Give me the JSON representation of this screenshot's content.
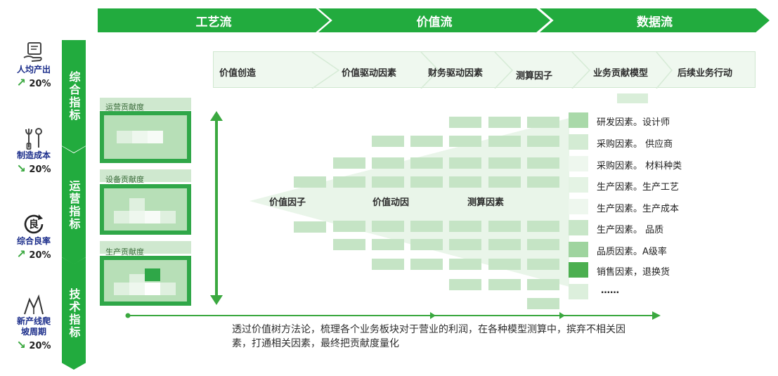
{
  "header": {
    "chevrons": [
      "工艺流",
      "价值流",
      "数据流"
    ]
  },
  "kpis": [
    {
      "label_lines": [
        "人均产出"
      ],
      "change": "20%",
      "direction": "up",
      "icon": "hand-document-icon"
    },
    {
      "label_lines": [
        "制造成本"
      ],
      "change": "20%",
      "direction": "down",
      "icon": "tools-icon"
    },
    {
      "label_lines": [
        "综合良率"
      ],
      "change": "20%",
      "direction": "up",
      "icon": "yield-circle-icon"
    },
    {
      "label_lines": [
        "新产线爬",
        "坡周期"
      ],
      "change": "20%",
      "direction": "down",
      "icon": "ramp-chart-icon"
    }
  ],
  "indicators": [
    "综合指标",
    "运营指标",
    "技术指标"
  ],
  "contributions": [
    "运营贡献度",
    "设备贡献度",
    "生产贡献度"
  ],
  "flow_stages": [
    "价值创造",
    "价值驱动因素",
    "财务驱动因素",
    "测算因子",
    "业务贡献模型",
    "后续业务行动"
  ],
  "tree_labels": [
    "价值因子",
    "价值动因",
    "测算因素"
  ],
  "factors": [
    "研发因素。设计师",
    "采购因素。 供应商",
    "采购因素。 材料种类",
    "生产因素。生产工艺",
    "生产因素。生产成本",
    "生产因素。 品质",
    "品质因素。A级率",
    "销售因素，退换货",
    "……"
  ],
  "caption": "透过价值树方法论，梳理各个业务板块对于营业的利润，在各种模型测算中，摈弃不相关因素，打通相关因素，最终把贡献度量化",
  "colors": {
    "primary_green": "#22ab3e",
    "light_green": "#c5e4c5",
    "kpi_label": "#1a2c8a"
  }
}
